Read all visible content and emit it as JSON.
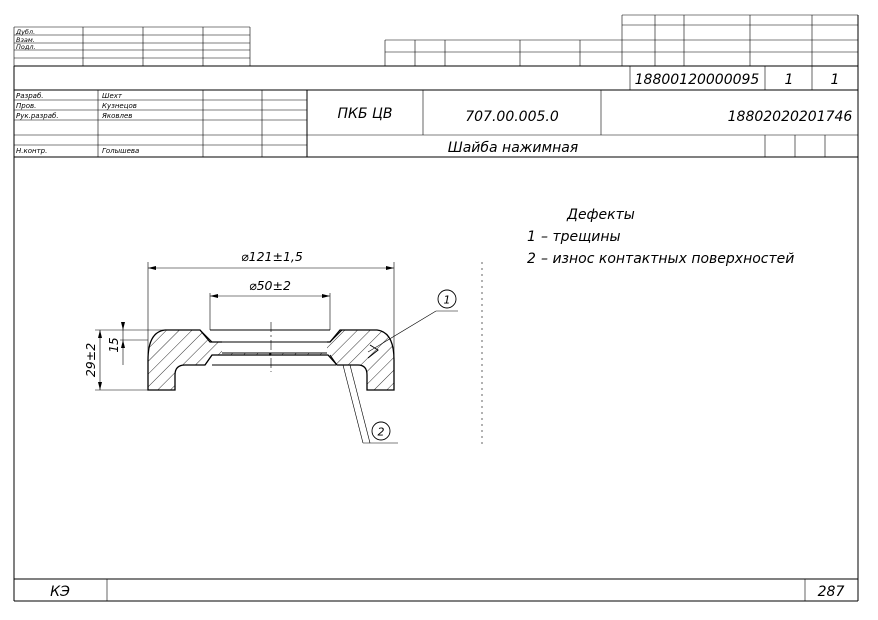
{
  "header": {
    "stamp_rows": [
      "Дубл.",
      "Взам.",
      "Подл."
    ],
    "doc_code": "18800120000095",
    "sheet": "1",
    "sheets": "1"
  },
  "title_block": {
    "roles": [
      {
        "role": "Разраб.",
        "name": "Шехт"
      },
      {
        "role": "Пров.",
        "name": "Кузнецов"
      },
      {
        "role": "Рук.разраб.",
        "name": "Яковлев"
      },
      {
        "role": "",
        "name": ""
      },
      {
        "role": "Н.контр.",
        "name": "Голышева"
      }
    ],
    "organization": "ПКБ ЦВ",
    "drawing_number": "707.00.005.0",
    "code": "18802020201746",
    "part_name": "Шайба нажимная"
  },
  "defects": {
    "title": "Дефекты",
    "items": [
      {
        "num": "1",
        "text": "– трещины"
      },
      {
        "num": "2",
        "text": "– износ контактных поверхностей"
      }
    ]
  },
  "dimensions": {
    "outer_diameter": "⌀121±1,5",
    "inner_diameter": "⌀50±2",
    "height": "29±2",
    "step": "15"
  },
  "callouts": [
    "1",
    "2"
  ],
  "footer": {
    "doc_type": "КЭ",
    "page": "287"
  }
}
